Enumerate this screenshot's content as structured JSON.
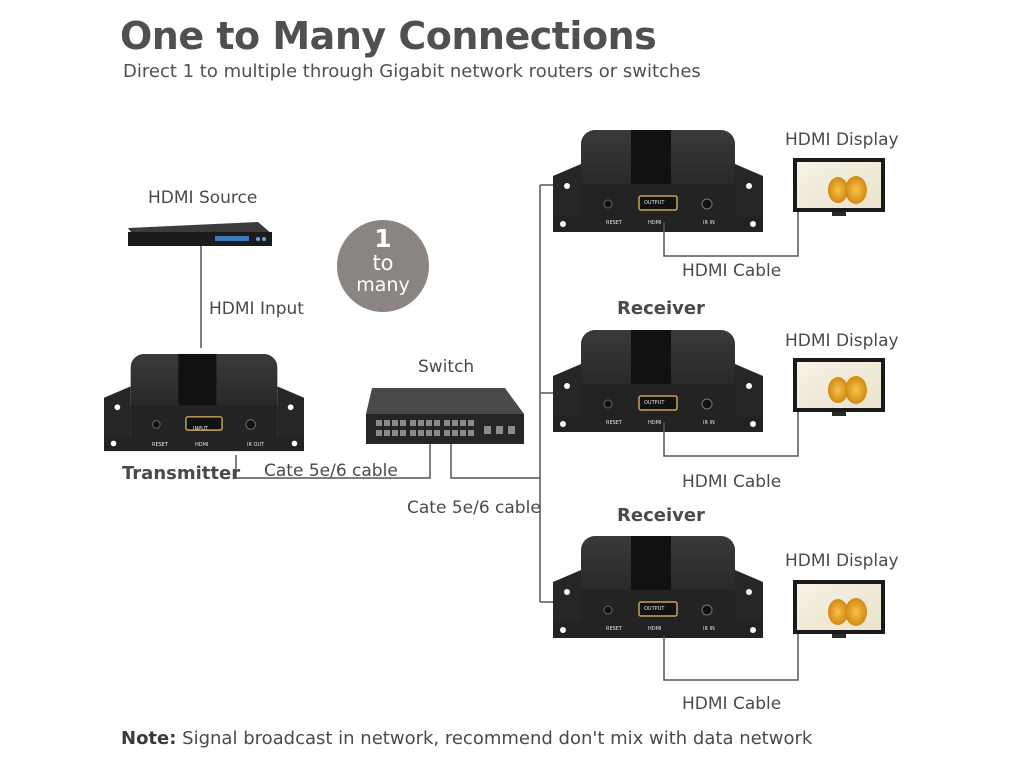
{
  "header": {
    "title": "One to Many Connections",
    "subtitle": "Direct 1 to multiple through Gigabit network routers or switches"
  },
  "badge": {
    "number": "1",
    "word1": "to",
    "word2": "many"
  },
  "labels": {
    "hdmi_source": "HDMI Source",
    "hdmi_input": "HDMI Input",
    "transmitter": "Transmitter",
    "switch": "Switch",
    "cable_tx": "Cate 5e/6 cable",
    "cable_switch": "Cate 5e/6 cable",
    "receiver_2": "Receiver",
    "receiver_3": "Receiver",
    "display_1": "HDMI Display",
    "display_2": "HDMI Display",
    "display_3": "HDMI Display",
    "hdmi_cable_1": "HDMI Cable",
    "hdmi_cable_2": "HDMI Cable",
    "hdmi_cable_3": "HDMI Cable"
  },
  "device_text": {
    "tx_port": "INPUT",
    "tx_hdmi": "HDMI",
    "tx_reset": "RESET",
    "tx_ir": "IR OUT",
    "rx_port": "OUTPUT",
    "rx_hdmi": "HDMI",
    "rx_reset": "RESET",
    "rx_ir": "IR IN"
  },
  "note": {
    "prefix": "Note:",
    "text": " Signal broadcast in network, recommend don't mix with data network"
  },
  "colors": {
    "device_body": "#2b2b2b",
    "device_plate": "#1f1f1f",
    "badge": "#8a8583",
    "wire": "#555555",
    "hdmi_port": "#c9a35a"
  }
}
